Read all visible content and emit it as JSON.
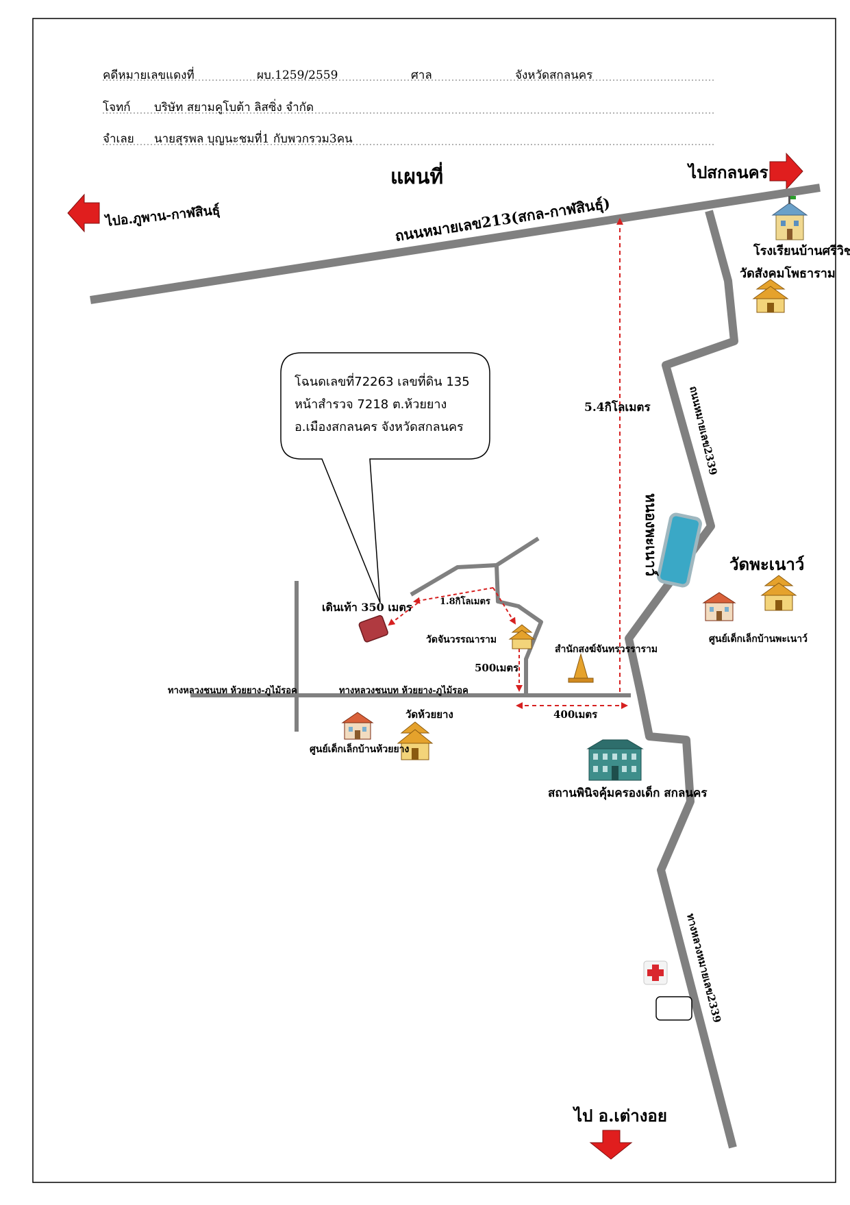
{
  "header": {
    "case_label": "คดีหมายเลขแดงที่",
    "case_number": "ผบ.1259/2559",
    "court_label": "ศาล",
    "court_name": "จังหวัดสกลนคร",
    "plaintiff_label": "โจทก์",
    "plaintiff_name": "บริษัท สยามคูโบต้า ลิสซิ่ง จำกัด",
    "defendant_label": "จำเลย",
    "defendant_name": "นายสุรพล   บุญนะชมที่1 กับพวกรวม3คน"
  },
  "map": {
    "title": "แผนที่",
    "to_sakon": "ไปสกลนคร",
    "to_phuphan": "ไปอ.ภูพาน-กาฬสินธุ์",
    "to_tao_ngoi": "ไป อ.เต่างอย",
    "road_213": "ถนนหมายเลข213(สกล-กาฬสินธุ์)",
    "road_2339": "ถนนหมายเลข2339",
    "highway_2339": "ทางหลวงหมายเลข2339",
    "rural_road_left": "ทางหลวงชนบท ห้วยยาง-ภูไม้รอค",
    "rural_road_mid": "ทางหลวงชนบท ห้วยยาง-ภูไม้รอค",
    "dist_5_4km": "5.4กิโลเมตร",
    "dist_1_8km": "1.8กิโลเมตร",
    "dist_500m": "500เมตร",
    "dist_400m": "400เมตร",
    "walk_350m": "เดินเท้า 350 เมตร",
    "school_srivicha": "โรงเรียนบ้านศรีวิชา",
    "wat_sangkhom": "วัดสังคมโพธาราม",
    "wat_phanao": "วัดพะเนาว์",
    "nong_phanao": "หนองพะเนาว์",
    "child_center_phanao": "ศูนย์เด็กเล็กบ้านพะเนาว์",
    "samnak_song": "สำนักสงฆ์จันทรวรราราม",
    "wat_chanwararam": "วัดจันวรรณาราม",
    "wat_huai_yang": "วัดห้วยยาง",
    "child_center_huai_yang": "ศูนย์เด็กเล็กบ้านห้วยยาง",
    "child_protection": "สถานพินิจคุ้มครองเด็ก สกลนคร"
  },
  "callout": {
    "line1": "โฉนดเลขที่72263 เลขที่ดิน  135",
    "line2": "หน้าสำรวจ  7218  ต.ห้วยยาง",
    "line3": "อ.เมืองสกลนคร  จังหวัดสกลนคร"
  },
  "colors": {
    "road": "#808080",
    "arrow_red": "#e01e1e",
    "dashed_red": "#d62020",
    "pond": "#3aa8c6",
    "parcel": "#b03a40",
    "hospital_cross": "#d9272e",
    "temple_gold": "#e5a22c",
    "building_teal": "#3e8e8b"
  }
}
